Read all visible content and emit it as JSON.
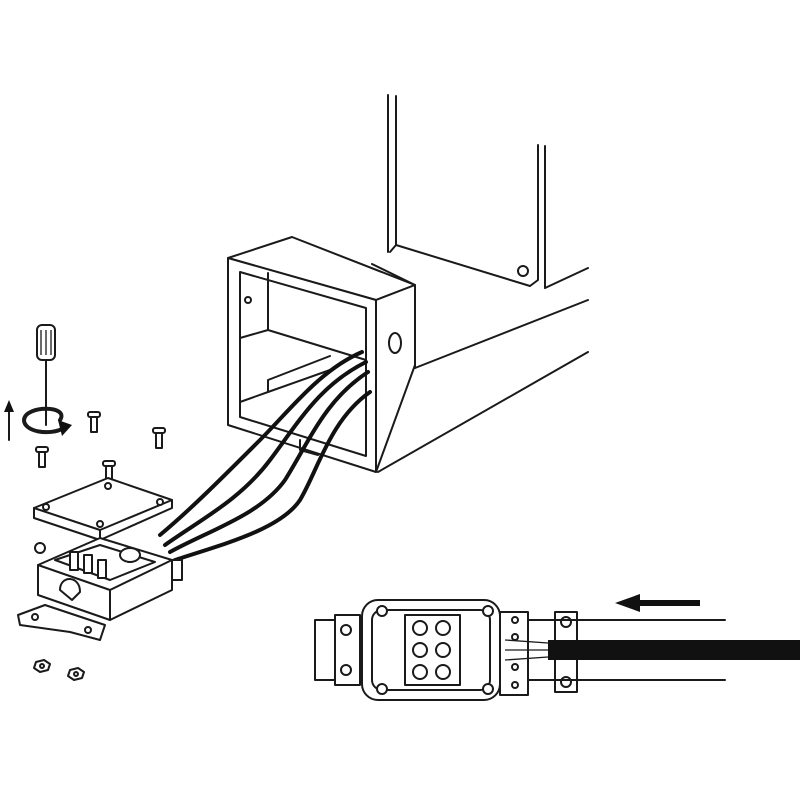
{
  "diagram": {
    "parts": [
      "post-panel",
      "beam",
      "mounting-box",
      "cables",
      "junction-box",
      "junction-box-lid",
      "screws",
      "nuts",
      "screwdriver",
      "rotation-arrow",
      "up-arrow",
      "wiring-schematic",
      "direction-arrow"
    ],
    "colors": {
      "line": "#1a1a1a",
      "background": "#ffffff"
    }
  }
}
